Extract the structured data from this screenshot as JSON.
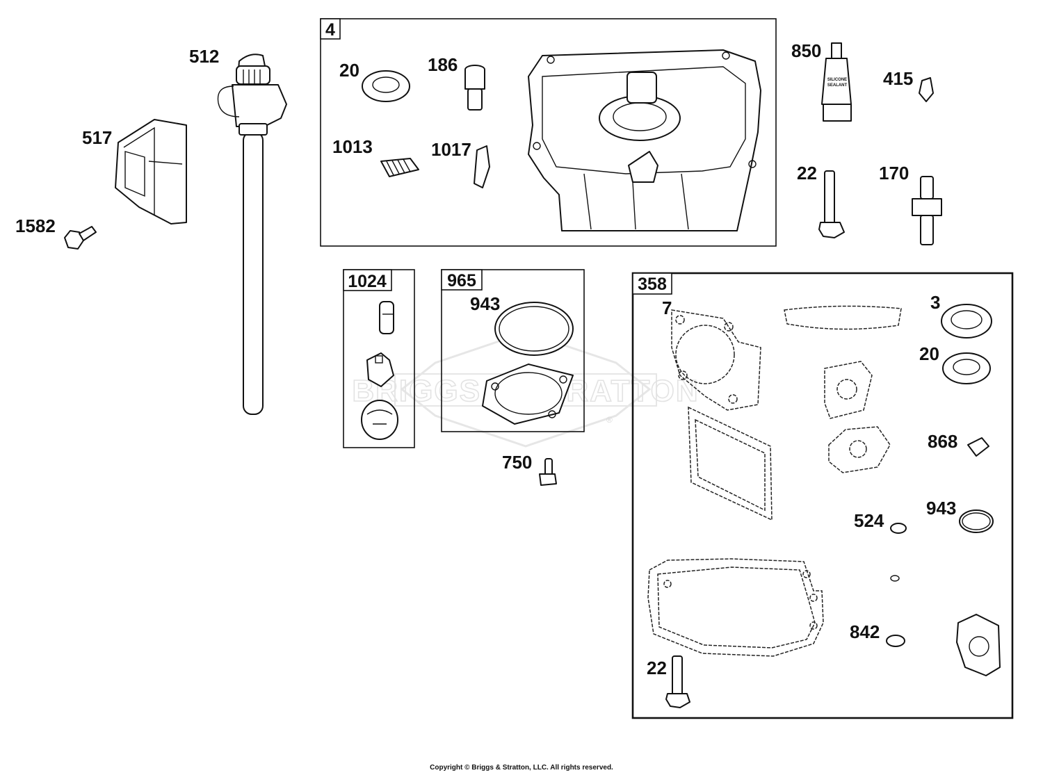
{
  "watermark": {
    "brand": "BRIGGS & STRATTON",
    "registered": "®"
  },
  "copyright": "Copyright © Briggs & Stratton, LLC. All rights reserved.",
  "kits": {
    "k4": "4",
    "k1024": "1024",
    "k965": "965",
    "k358": "358"
  },
  "labels": {
    "p512": "512",
    "p517": "517",
    "p1582": "1582",
    "p20a": "20",
    "p186": "186",
    "p1013": "1013",
    "p1017": "1017",
    "p850": "850",
    "p415": "415",
    "p22a": "22",
    "p170": "170",
    "p943a": "943",
    "p750": "750",
    "p7": "7",
    "p3": "3",
    "p20b": "20",
    "p868": "868",
    "p524": "524",
    "p943b": "943",
    "p842": "842",
    "p22b": "22"
  },
  "tube_text": {
    "line1": "SILICONE",
    "line2": "SEALANT"
  }
}
